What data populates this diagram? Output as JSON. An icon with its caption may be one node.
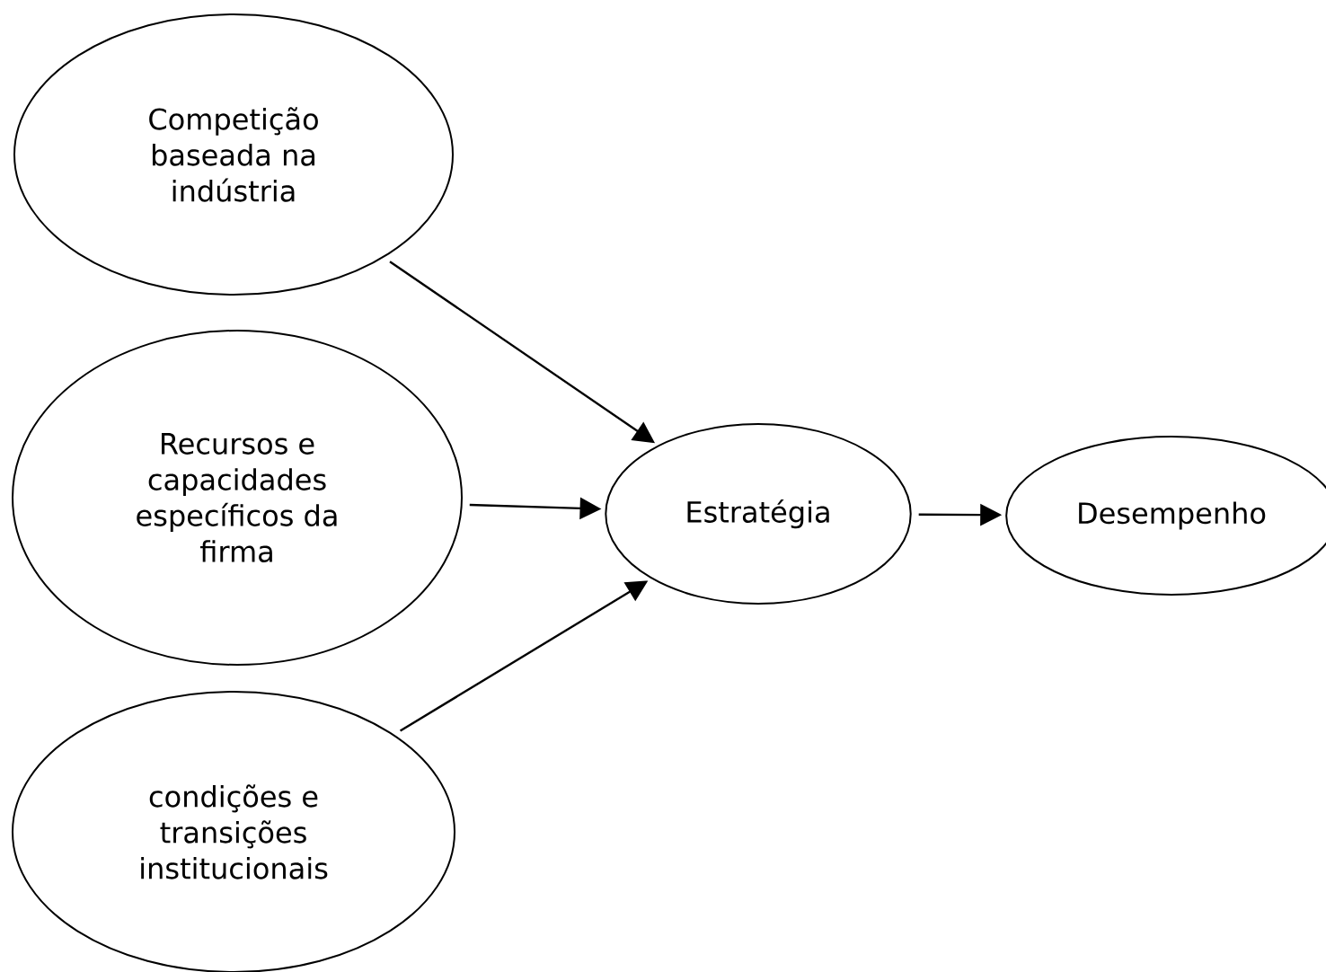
{
  "diagram": {
    "nodes": [
      {
        "text": [
          "Competição baseada na indústria"
        ]
      },
      {
        "text": [
          "Recursos e capacidades específicos da firma"
        ]
      },
      {
        "text": [
          "condições e transições institucionais"
        ]
      },
      {
        "text": [
          "Estratégia"
        ]
      },
      {
        "text": [
          "Desempenho"
        ]
      }
    ],
    "edges": [
      {
        "from": 0,
        "to": 3,
        "arrow": "to"
      },
      {
        "from": 1,
        "to": 3,
        "arrow": "to"
      },
      {
        "from": 2,
        "to": 3,
        "arrow": "to"
      },
      {
        "from": 3,
        "to": 4,
        "arrow": "to"
      }
    ]
  }
}
